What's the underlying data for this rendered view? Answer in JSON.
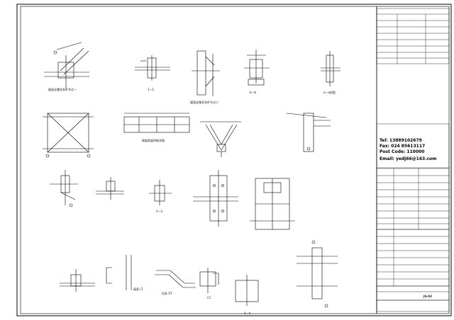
{
  "title_block": {
    "contact": {
      "tel": "Tel: 13889102679",
      "fax": "Fax: 024 85613117",
      "post": "Post Code: 110000",
      "email": "Email: yedj66@163.com"
    },
    "drawing_code": "JG-02"
  },
  "drawing_labels": {
    "d1": "1—1",
    "d2": "b—b",
    "d3": "3—3",
    "d4": "4—4",
    "d5": "CC"
  }
}
